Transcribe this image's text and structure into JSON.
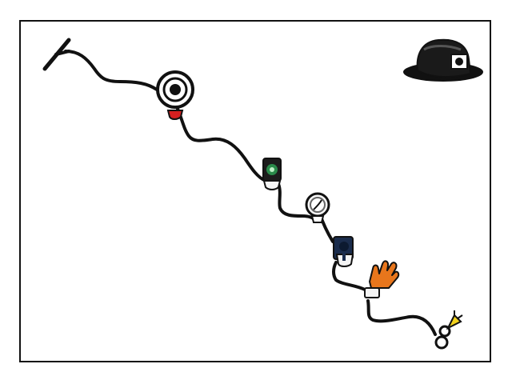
{
  "scene": {
    "background": "#ffffff",
    "frame_color": "#111111",
    "rope_color": "#111111",
    "items": [
      {
        "id": "grappling-hook",
        "icon": "t-bar-handle-icon"
      },
      {
        "id": "ring-gauge",
        "icon": "ring-gauge-icon",
        "accent": "#d62020"
      },
      {
        "id": "green-device",
        "icon": "green-lens-device-icon",
        "accent": "#2a8a4a"
      },
      {
        "id": "white-dial",
        "icon": "round-dial-icon"
      },
      {
        "id": "navy-device",
        "icon": "navy-device-icon",
        "accent": "#1a2c4c"
      },
      {
        "id": "orange-glove",
        "icon": "orange-glove-icon",
        "accent": "#e8761c"
      },
      {
        "id": "yellow-tip",
        "icon": "yellow-hook-tip-icon",
        "accent": "#f2d21c"
      },
      {
        "id": "black-hat",
        "icon": "black-hat-icon"
      }
    ]
  }
}
